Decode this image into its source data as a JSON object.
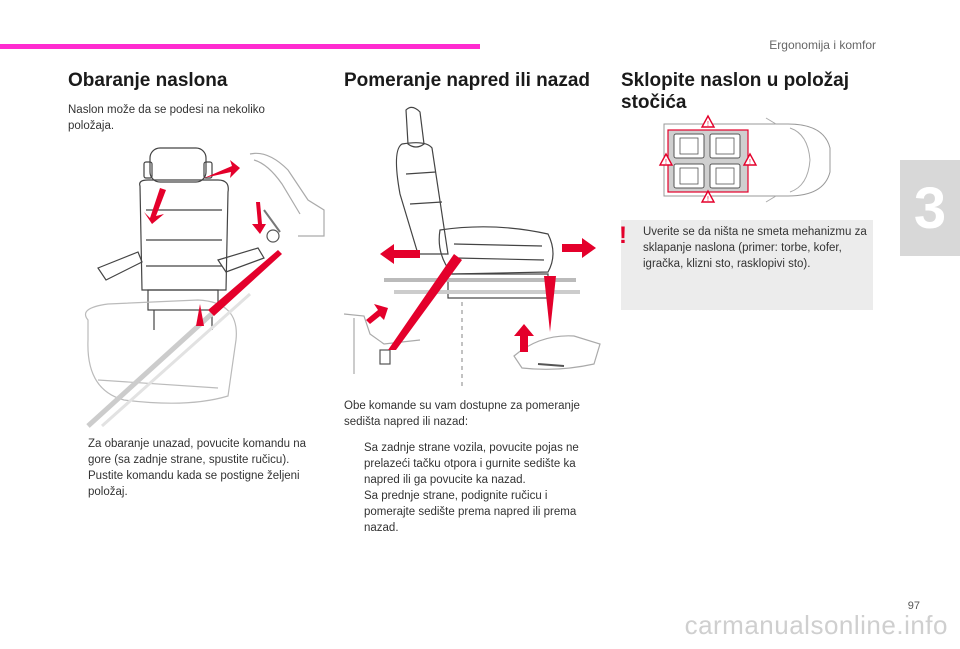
{
  "header": {
    "section_title": "Ergonomija i komfor",
    "chapter_number": "3",
    "accent_color": "#ff2bd0"
  },
  "columns": [
    {
      "title": "Obaranje naslona",
      "intro": "Naslon može da se podesi na nekoliko položaja.",
      "bullets": [
        "Za obaranje unazad, povucite komandu na gore (sa zadnje strane, spustite ručicu).",
        "Pustite komandu kada se postigne željeni položaj."
      ]
    },
    {
      "title": "Pomeranje napred ili nazad",
      "intro": "Obe komande su vam dostupne za pomeranje sedišta napred ili nazad:",
      "bullets": [
        "Sa zadnje strane vozila, povucite pojas ne prelazeći tačku otpora i gurnite sedište ka napred ili ga povucite ka nazad.",
        "Sa prednje strane, podignite ručicu i pomerajte sedište prema napred ili prema nazad."
      ]
    },
    {
      "title": "Sklopite naslon u položaj stočića",
      "warning": {
        "icon": "!",
        "text": "Uverite se da ništa ne smeta mehanizmu za sklapanje naslona (primer: torbe, kofer, igračka, klizni sto, rasklopivi sto)."
      }
    }
  ],
  "bullet_marker": "",
  "footer": {
    "page_number": "97",
    "watermark": "carmanualsonline.info"
  },
  "colors": {
    "arrow_red": "#e4002b",
    "warning_bg": "#ececec",
    "seat_gray": "#444444"
  }
}
